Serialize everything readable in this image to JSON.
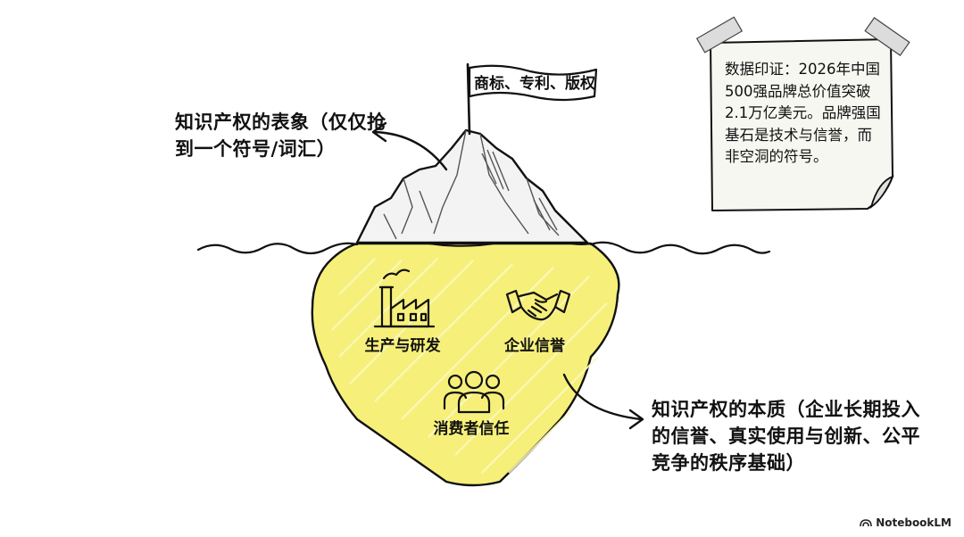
{
  "flag": {
    "text": "商标、专利、版权"
  },
  "surface": {
    "label": "知识产权的表象（仅仅抢到一个符号/词汇）"
  },
  "essence": {
    "label": "知识产权的本质（企业长期投入的信誉、真实使用与创新、公平竞争的秩序基础）"
  },
  "icons": {
    "factory": {
      "label": "生产与研发",
      "icon": "factory-icon"
    },
    "handshake": {
      "label": "企业信誉",
      "icon": "handshake-icon"
    },
    "people": {
      "label": "消费者信任",
      "icon": "people-group-icon"
    }
  },
  "note": {
    "text": "数据印证：2026年中国500强品牌总价值突破2.1万亿美元。品牌强国基石是技术与信誉，而非空洞的符号。"
  },
  "brand": {
    "text": "NotebookLM"
  },
  "colors": {
    "underwater_fill": "#f6f07a",
    "ink": "#111111",
    "ice": "#f3f3f3",
    "note_paper": "#f7f7f2",
    "tape": "#dcdcdc"
  }
}
